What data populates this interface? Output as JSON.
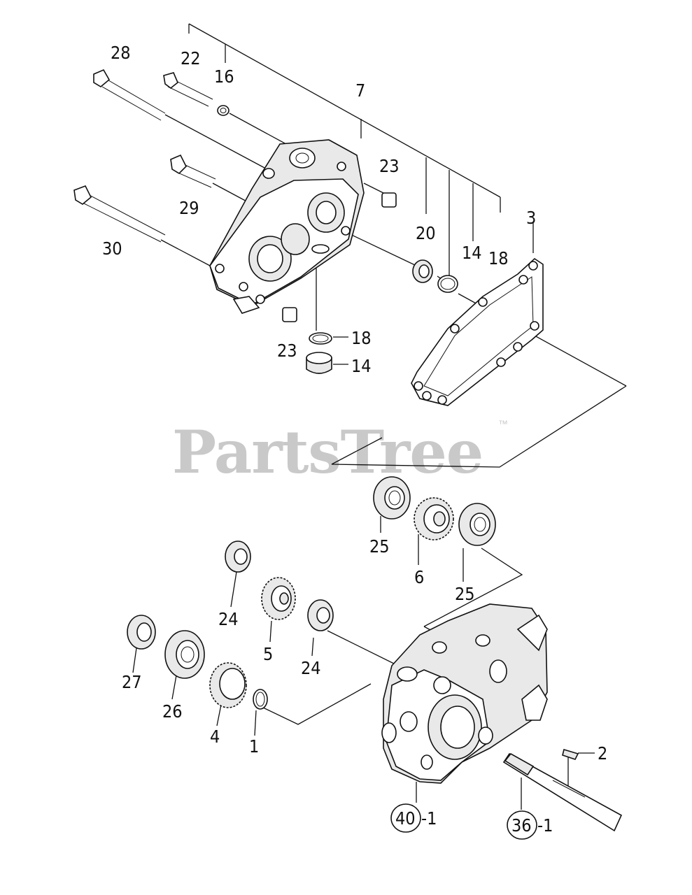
{
  "watermark": {
    "text": "PartsTree",
    "trademark": "™"
  },
  "callouts": {
    "c28": "28",
    "c22": "22",
    "c16": "16",
    "c7": "7",
    "c23a": "23",
    "c29": "29",
    "c30": "30",
    "c20": "20",
    "c14a": "14",
    "c18a": "18",
    "c3": "3",
    "c23b": "23",
    "c18b": "18",
    "c14b": "14",
    "c25a": "25",
    "c6": "6",
    "c25b": "25",
    "c24a": "24",
    "c5": "5",
    "c24b": "24",
    "c27": "27",
    "c26": "26",
    "c4": "4",
    "c1": "1",
    "c2": "2",
    "c40_num": "40",
    "c40_suffix": "-1",
    "c36_num": "36",
    "c36_suffix": "-1"
  }
}
